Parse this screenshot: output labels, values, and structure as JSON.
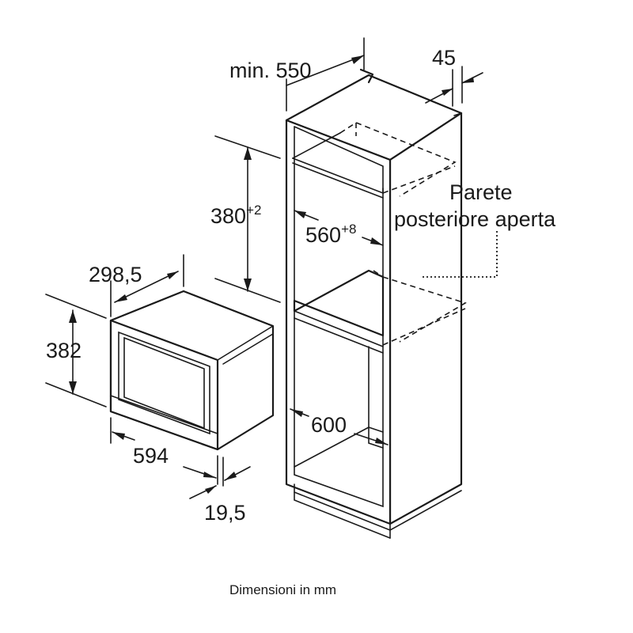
{
  "dimensions": {
    "cabinet_depth": "min. 550",
    "cabinet_side_panel": "45",
    "niche_height": "380",
    "niche_height_tol": "+2",
    "niche_width": "560",
    "niche_width_tol": "+8",
    "open_back_line1": "Parete",
    "open_back_line2": "posteriore aperta",
    "appliance_depth": "298,5",
    "appliance_height": "382",
    "appliance_width": "594",
    "front_thickness": "19,5",
    "cabinet_width": "600"
  },
  "caption": "Dimensioni in mm"
}
